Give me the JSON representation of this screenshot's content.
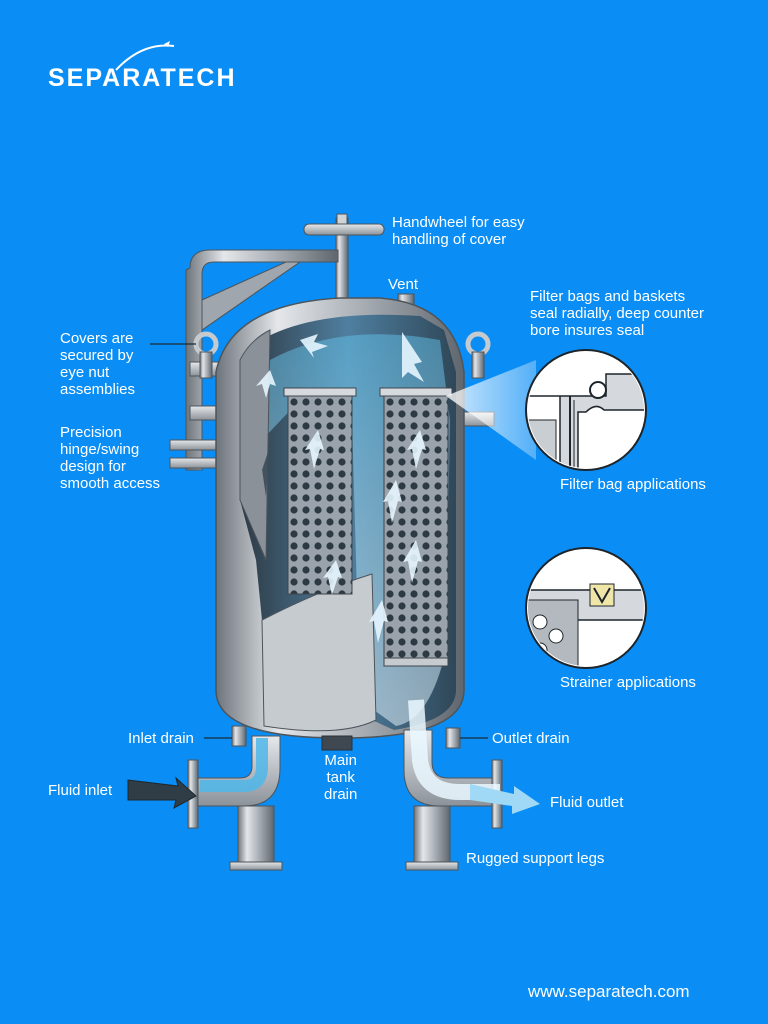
{
  "brand": {
    "name": "SEPARATECH",
    "website": "www.separatech.com"
  },
  "colors": {
    "background": "#0a8ef5",
    "steel": "#b9bec4",
    "steel_dark": "#6d747b",
    "flow": "#bfe6f7"
  },
  "labels": {
    "handwheel": "Handwheel for easy\nhandling of cover",
    "vent": "Vent",
    "filter_seal": "Filter bags and baskets\nseal radially, deep counter\nbore insures seal",
    "covers": "Covers are\nsecured by\neye nut\nassemblies",
    "hinge": "Precision\nhinge/swing\ndesign for\nsmooth access",
    "filter_bag_apps": "Filter bag applications",
    "strainer_apps": "Strainer applications",
    "inlet_drain": "Inlet drain",
    "outlet_drain": "Outlet drain",
    "fluid_inlet": "Fluid inlet",
    "main_drain": "Main\ntank\ndrain",
    "fluid_outlet": "Fluid outlet",
    "support_legs": "Rugged support legs"
  }
}
